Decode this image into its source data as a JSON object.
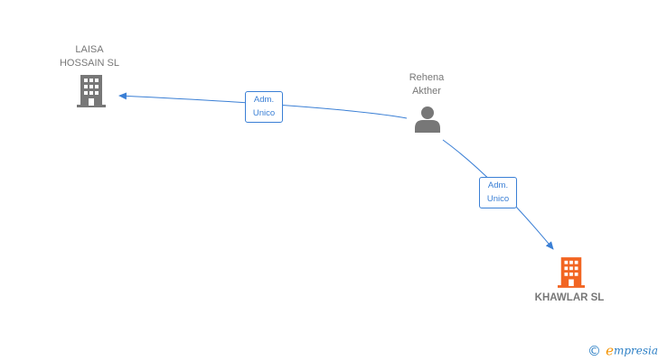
{
  "nodes": {
    "laisa": {
      "line1": "LAISA",
      "line2": "HOSSAIN  SL"
    },
    "rehena": {
      "line1": "Rehena",
      "line2": "Akther"
    },
    "khawlar": {
      "line1": "KHAWLAR  SL"
    }
  },
  "edges": [
    {
      "from": "Rehena Akther",
      "to": "LAISA HOSSAIN SL",
      "line1": "Adm.",
      "line2": "Unico"
    },
    {
      "from": "Rehena Akther",
      "to": "KHAWLAR SL",
      "line1": "Adm.",
      "line2": "Unico"
    }
  ],
  "colors": {
    "edge": "#3a7fd5",
    "company_inactive": "#777777",
    "company_focus": "#f26522",
    "person": "#777777",
    "brand_blue": "#2c7fc5",
    "brand_orange": "#f39200"
  },
  "icons": {
    "laisa": "building-icon",
    "rehena": "person-icon",
    "khawlar": "building-icon"
  },
  "brand": {
    "copyright": "©",
    "logo_letter": "e",
    "logo_rest": "mpresia"
  }
}
